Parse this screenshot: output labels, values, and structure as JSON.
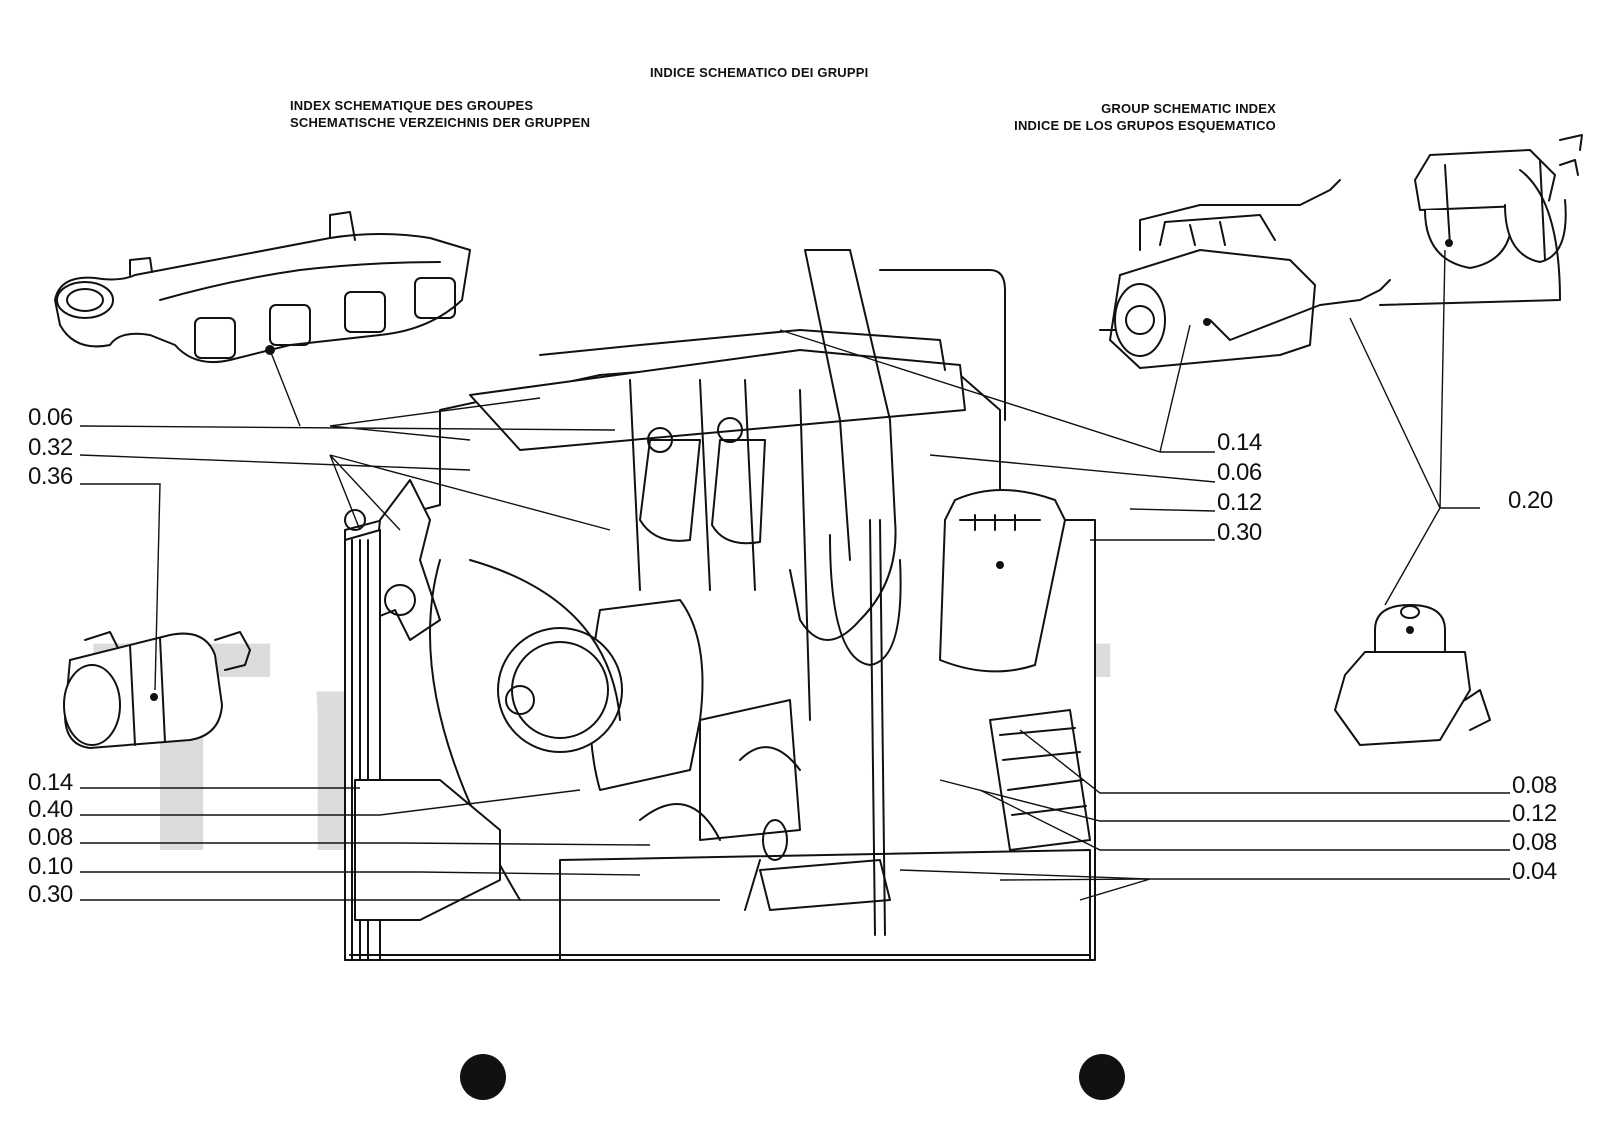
{
  "header": {
    "center_title": "INDICE SCHEMATICO DEI GRUPPI",
    "left_line1": "INDEX SCHEMATIQUE DES GROUPES",
    "left_line2": "SCHEMATISCHE VERZEICHNIS DER GRUPPEN",
    "right_line1": "GROUP SCHEMATIC INDEX",
    "right_line2": "INDICE DE LOS GRUPOS ESQUEMATICO"
  },
  "callouts_left": [
    "0.06",
    "0.32",
    "0.36",
    "0.14",
    "0.40",
    "0.08",
    "0.10",
    "0.30"
  ],
  "callouts_right": [
    "0.14",
    "0.06",
    "0.12",
    "0.30",
    "0.20",
    "0.08",
    "0.12",
    "0.08",
    "0.04"
  ],
  "watermark": "Tr.i.IT",
  "colors": {
    "ink": "#111111",
    "watermark": "#d8d8d8",
    "paper": "#ffffff"
  },
  "parts": [
    "exhaust-manifold",
    "starter-motor",
    "injection-pump",
    "fuel-filter",
    "feed-pump",
    "engine-block",
    "oil-filter",
    "radiator",
    "alternator",
    "crankshaft"
  ]
}
